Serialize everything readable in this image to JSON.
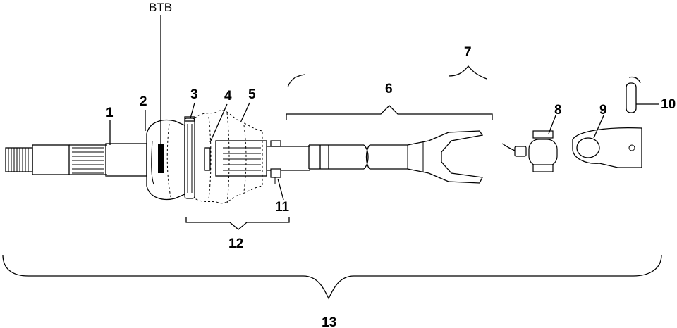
{
  "diagram": {
    "labels": {
      "btb": "BTB",
      "p1": "1",
      "p2": "2",
      "p3": "3",
      "p4": "4",
      "p5": "5",
      "p6": "6",
      "p7": "7",
      "p8": "8",
      "p9": "9",
      "p10": "10",
      "p11": "11",
      "p12": "12",
      "p13": "13"
    }
  }
}
